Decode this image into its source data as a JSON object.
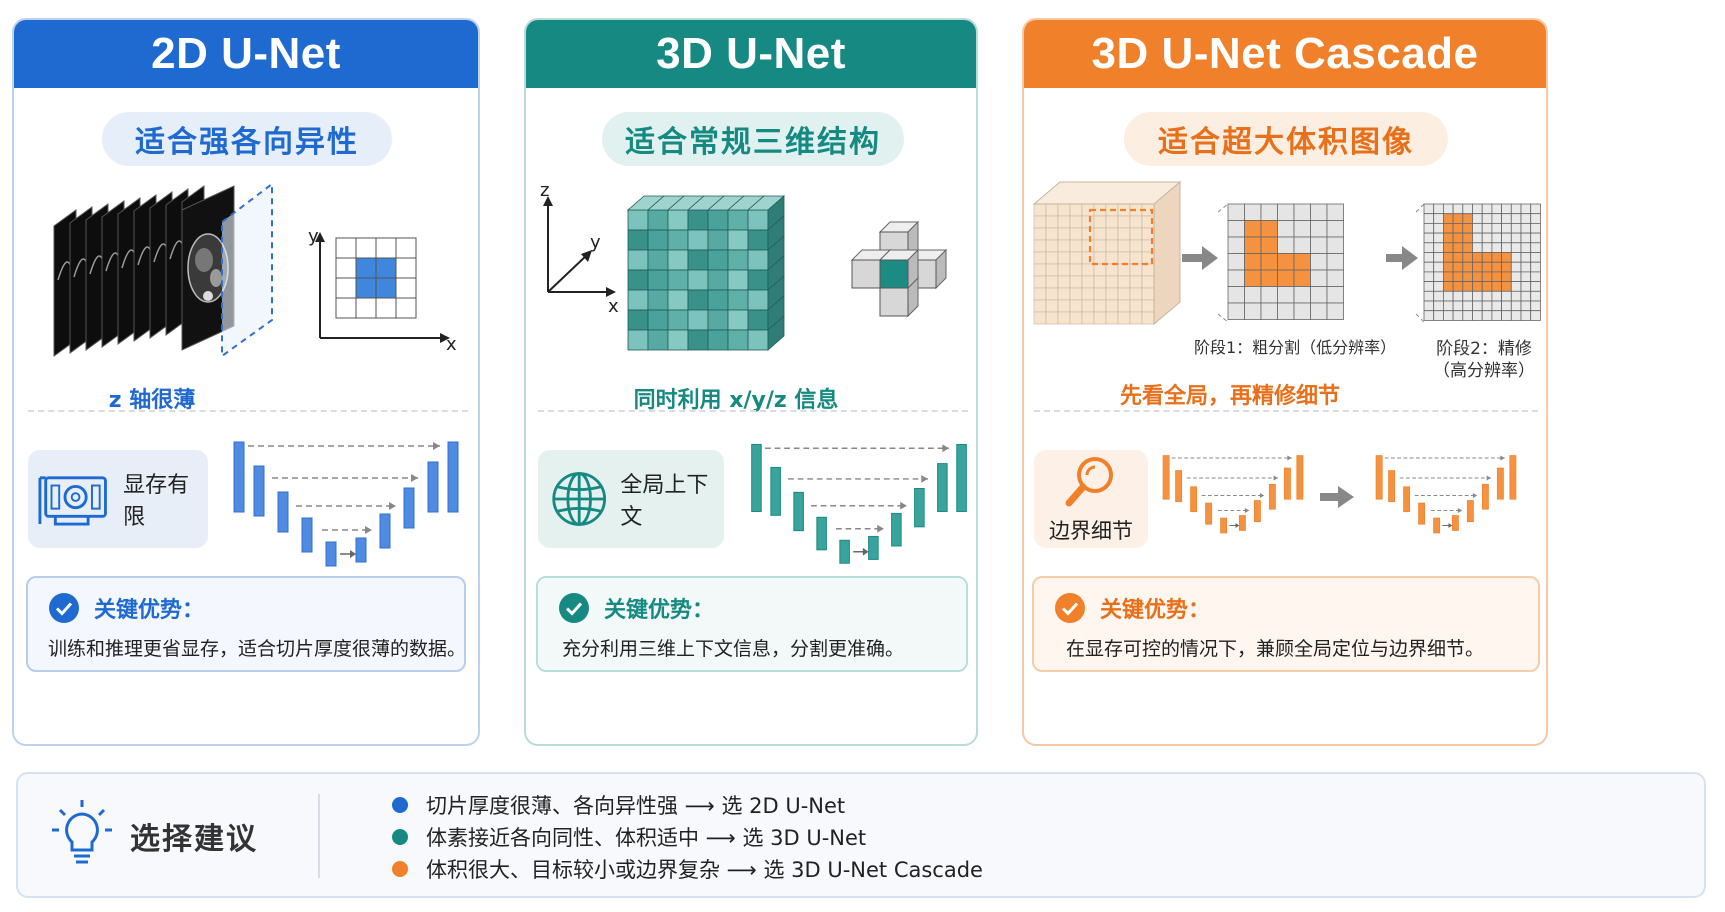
{
  "colors": {
    "blue": "#1f6ad1",
    "teal": "#168a82",
    "orange": "#f0802a"
  },
  "panels": [
    {
      "title": "2D U-Net",
      "badge": "适合强各向异性",
      "caption": "z 轴很薄",
      "axes": {
        "y": "y",
        "x": "x"
      },
      "feature": {
        "label": "显存有限",
        "icon": "gpu-card-icon"
      },
      "advantage": {
        "title": "关键优势：",
        "text": "训练和推理更省显存，适合切片厚度很薄的数据。"
      }
    },
    {
      "title": "3D U-Net",
      "badge": "适合常规三维结构",
      "caption": "同时利用 x/y/z 信息",
      "axes": {
        "z": "z",
        "y": "y",
        "x": "x"
      },
      "feature": {
        "label": "全局上下文",
        "icon": "globe-icon"
      },
      "advantage": {
        "title": "关键优势：",
        "text": "充分利用三维上下文信息，分割更准确。"
      }
    },
    {
      "title": "3D U-Net Cascade",
      "badge": "适合超大体积图像",
      "stage1": "阶段1：粗分割（低分辨率）",
      "stage2_line1": "阶段2：精修",
      "stage2_line2": "（高分辨率）",
      "caption": "先看全局，再精修细节",
      "feature": {
        "label": "边界细节",
        "icon": "magnifier-icon"
      },
      "advantage": {
        "title": "关键优势：",
        "text": "在显存可控的情况下，兼顾全局定位与边界细节。"
      }
    }
  ],
  "recommendation": {
    "title": "选择建议",
    "icon": "lightbulb-icon",
    "items": [
      {
        "text": "切片厚度很薄、各向异性强 ⟶ 选 2D U-Net",
        "color": "#1f6ad1"
      },
      {
        "text": "体素接近各向同性、体积适中 ⟶ 选 3D U-Net",
        "color": "#168a82"
      },
      {
        "text": "体积很大、目标较小或边界复杂 ⟶ 选 3D U-Net Cascade",
        "color": "#f0802a"
      }
    ]
  }
}
